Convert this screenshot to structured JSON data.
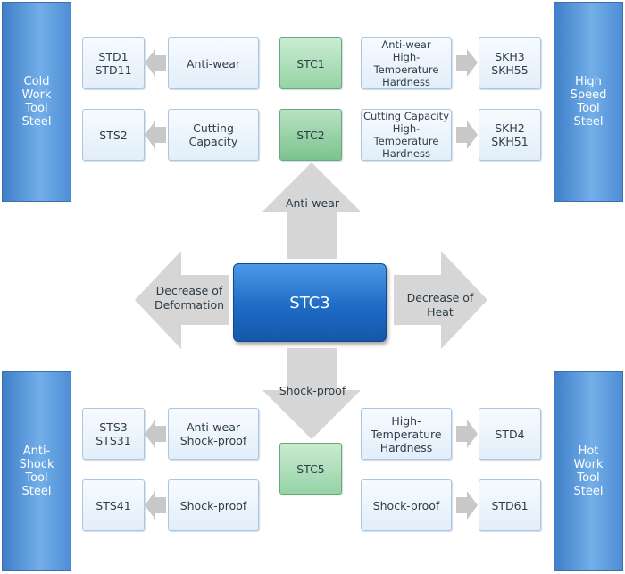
{
  "center": {
    "label": "STC3"
  },
  "directions": {
    "up": "Anti-wear",
    "down": "Shock-proof",
    "left": "Decrease of\nDeformation",
    "right": "Decrease of Heat"
  },
  "categories": {
    "top_left": "Cold\nWork\nTool\nSteel",
    "top_right": "High\nSpeed\nTool\nSteel",
    "bottom_left": "Anti-\nShock\nTool\nSteel",
    "bottom_right": "Hot\nWork\nTool\nSteel"
  },
  "top_left_rows": [
    {
      "grades": "STD1\nSTD11",
      "property": "Anti-wear"
    },
    {
      "grades": "STS2",
      "property": "Cutting\nCapacity"
    }
  ],
  "top_center": [
    "STC1",
    "STC2"
  ],
  "top_right_rows": [
    {
      "property": "Anti-wear\nHigh-Temperature\nHardness",
      "grades": "SKH3\nSKH55"
    },
    {
      "property": "Cutting Capacity\nHigh-Temperature\nHardness",
      "grades": "SKH2\nSKH51"
    }
  ],
  "bottom_left_rows": [
    {
      "grades": "STS3\nSTS31",
      "property": "Anti-wear\nShock-proof"
    },
    {
      "grades": "STS41",
      "property": "Shock-proof"
    }
  ],
  "bottom_center": [
    "STC5"
  ],
  "bottom_right_rows": [
    {
      "property": "High-\nTemperature\nHardness",
      "grades": "STD4"
    },
    {
      "property": "Shock-proof",
      "grades": "STD61"
    }
  ],
  "colors": {
    "blue_panel": "#4e8ed6",
    "center_blue": "#1d6bc6",
    "green": "#96d3a5",
    "arrow_gray": "#d4d4d4"
  }
}
